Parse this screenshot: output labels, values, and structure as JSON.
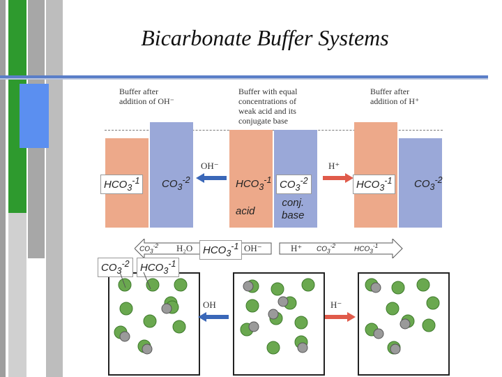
{
  "title": "Bicarbonate Buffer Systems",
  "colors": {
    "acid": "#eda98a",
    "base": "#9aa8d8",
    "arrow_blue": "#3a67b8",
    "arrow_red": "#e05a4a",
    "green": "#6aa84f"
  },
  "headers": {
    "left": [
      "Buffer after",
      "addition of OH⁻"
    ],
    "middle": [
      "Buffer with equal",
      "concentrations of",
      "weak acid and its",
      "conjugate base"
    ],
    "right": [
      "Buffer after",
      "addition of H⁺"
    ]
  },
  "reagents": {
    "oh_top": "OH⁻",
    "h_top": "H⁺",
    "oh_bottom": "OH",
    "h_bottom": "H⁻"
  },
  "equation_left": {
    "h2o": "H₂O",
    "oh": "OH⁻"
  },
  "equation_right": {
    "h": "H⁺"
  },
  "labels": {
    "hco3_left": "HCO3-1",
    "co3_left": "CO3-2",
    "hco3_mid": "HCO3-1",
    "co3_mid": "CO3-2",
    "hco3_right": "HCO3-1",
    "co3_right": "CO3-2",
    "acid": "acid",
    "conj_base": "conj. base",
    "co3_small_left": "CO3-2",
    "hco3_eq_left": "HCO3-1",
    "co3_small_right": "CO3-2",
    "hco3_small_right": "HCO3-1",
    "co3_bottom": "CO3-2",
    "hco3_bottom": "HCO3-1"
  }
}
